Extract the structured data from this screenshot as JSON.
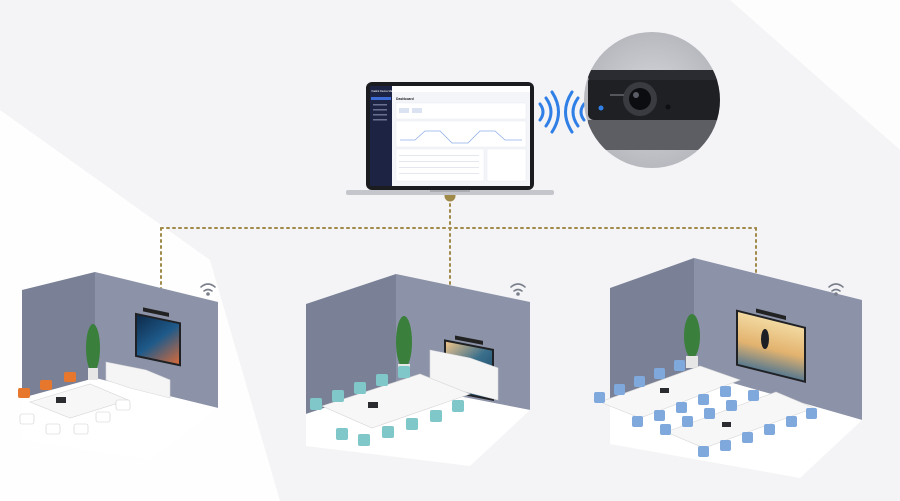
{
  "laptop": {
    "app_title": "Yealink Device Management",
    "page_title": "Dashboard"
  },
  "rooms": [
    {
      "name": "small-room",
      "seat_color": "#e8772e",
      "display_scene": "ocean"
    },
    {
      "name": "medium-room",
      "seat_color": "#7fc7c8",
      "display_scene": "coast"
    },
    {
      "name": "large-room",
      "seat_color": "#7fa9dc",
      "display_scene": "penguin"
    }
  ],
  "colors": {
    "connector": "#a08a4a",
    "wifi": "#2f7fe6",
    "wall": "#8c93a8",
    "wall_side": "#7a8196",
    "floor": "#ffffff",
    "laptop_screen_bg": "#f3f5f9",
    "laptop_sidebar": "#1d2342"
  }
}
